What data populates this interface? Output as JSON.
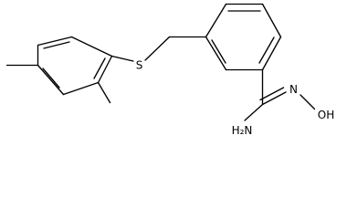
{
  "structure": {
    "atom_labels": {
      "sulfur": "S",
      "amine": "H₂N",
      "nitrogen": "N",
      "hydroxyl": "OH"
    }
  }
}
